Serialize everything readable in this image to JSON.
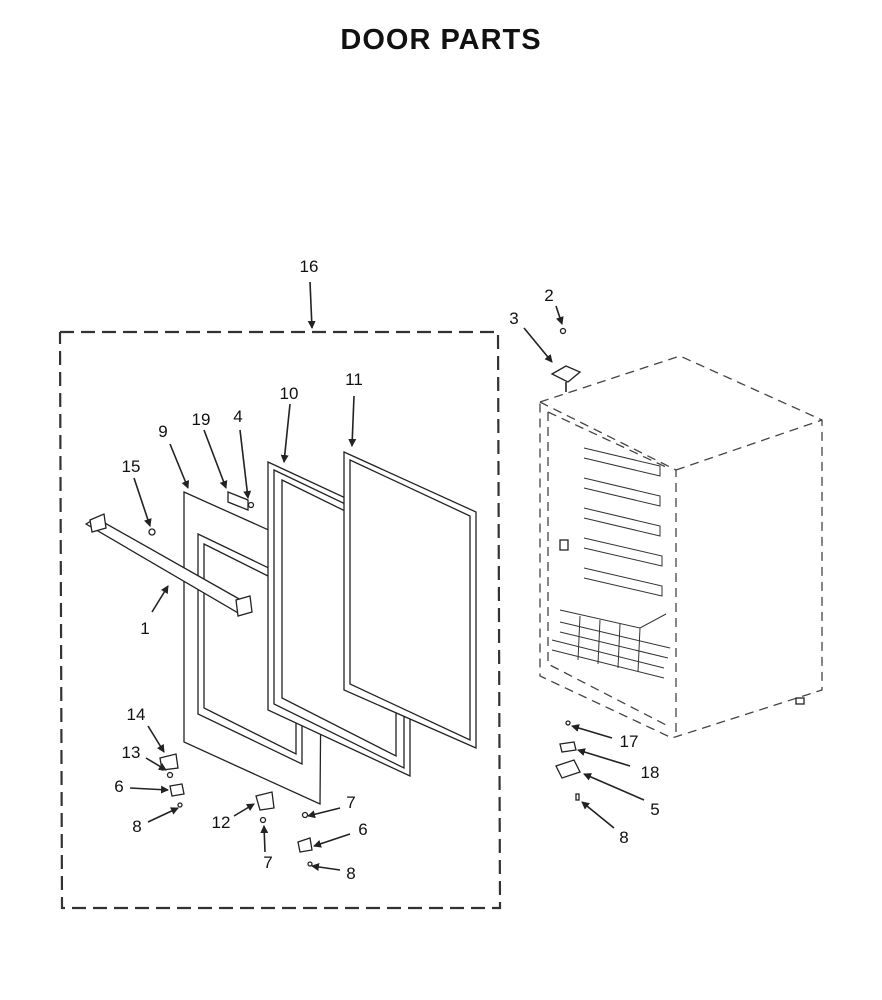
{
  "title": "DOOR PARTS",
  "callouts": {
    "c1": "1",
    "c2": "2",
    "c3": "3",
    "c4": "4",
    "c5": "5",
    "c6a": "6",
    "c6b": "6",
    "c7a": "7",
    "c7b": "7",
    "c8a": "8",
    "c8b": "8",
    "c8c": "8",
    "c9": "9",
    "c10": "10",
    "c11": "11",
    "c12": "12",
    "c13": "13",
    "c14": "14",
    "c15": "15",
    "c16": "16",
    "c17": "17",
    "c18": "18",
    "c19": "19"
  }
}
